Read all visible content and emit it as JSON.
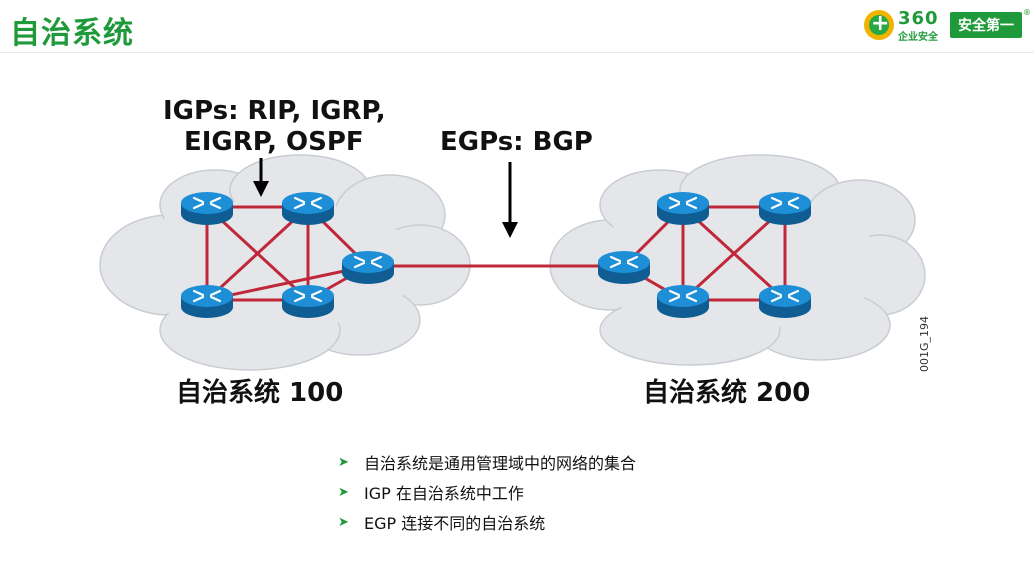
{
  "page": {
    "title": "自治系统"
  },
  "logo": {
    "brand": "360",
    "subtitle": "企业安全",
    "slogan": "安全第一",
    "registered": "®"
  },
  "diagram": {
    "igp_label_line1": "IGPs: RIP, IGRP,",
    "igp_label_line2": "EIGRP, OSPF",
    "egp_label": "EGPs: BGP",
    "as1_label": "自治系统 100",
    "as2_label": "自治系统 200",
    "figure_code": "001G_194",
    "colors": {
      "link": "#c0283a",
      "cloud": "#e3e5e8",
      "router": "#1a7dbf",
      "accent": "#1f9a3a"
    }
  },
  "bullets": [
    "自治系统是通用管理域中的网络的集合",
    "IGP 在自治系统中工作",
    "EGP 连接不同的自治系统"
  ]
}
